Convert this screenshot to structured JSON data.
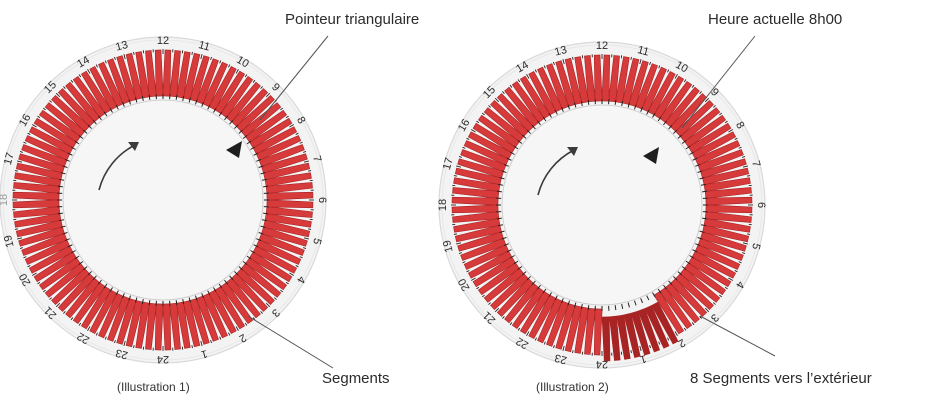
{
  "hour_labels": [
    "1",
    "2",
    "3",
    "4",
    "5",
    "6",
    "7",
    "8",
    "9",
    "10",
    "11",
    "12",
    "13",
    "14",
    "15",
    "16",
    "17",
    "18",
    "19",
    "20",
    "21",
    "22",
    "23",
    "24"
  ],
  "dial1": {
    "caption": "(Illustration 1)",
    "callout_pointer": "Pointeur triangulaire",
    "callout_segments": "Segments"
  },
  "dial2": {
    "caption": "(Illustration 2)",
    "callout_time": "Heure actuelle 8h00",
    "callout_segments": "8 Segments vers l’extérieur"
  },
  "colors": {
    "segment_red": "#d63a3a",
    "segment_red_dark": "#a82323",
    "face": "#f6f6f6",
    "outer_disc": "#f3f3f3",
    "rim": "#d9d9d9",
    "tick": "#222222",
    "label": "#2b2b2b",
    "leader": "#555555",
    "pointer": "#1e1e1e"
  }
}
